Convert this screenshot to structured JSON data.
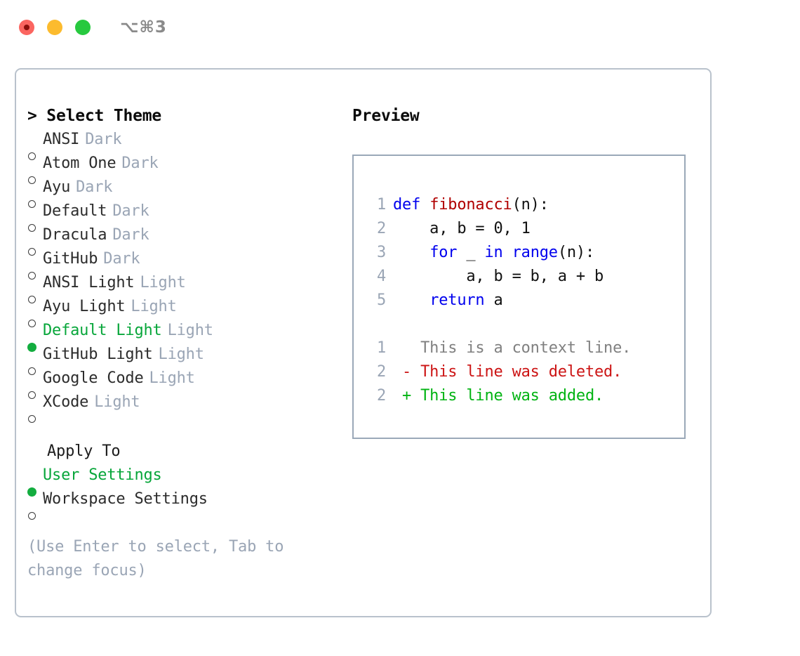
{
  "titlebar": {
    "shortcut": "⌥⌘3",
    "lights": [
      "close-light",
      "minimize-light",
      "maximize-light"
    ]
  },
  "left": {
    "header": "> Select Theme",
    "themes": [
      {
        "marker": "o",
        "name": "ANSI",
        "tag": "Dark",
        "selected": false
      },
      {
        "marker": "o",
        "name": "Atom One",
        "tag": "Dark",
        "selected": false
      },
      {
        "marker": "o",
        "name": "Ayu",
        "tag": "Dark",
        "selected": false
      },
      {
        "marker": "o",
        "name": "Default",
        "tag": "Dark",
        "selected": false
      },
      {
        "marker": "o",
        "name": "Dracula",
        "tag": "Dark",
        "selected": false
      },
      {
        "marker": "o",
        "name": "GitHub",
        "tag": "Dark",
        "selected": false
      },
      {
        "marker": "o",
        "name": "ANSI Light",
        "tag": "Light",
        "selected": false
      },
      {
        "marker": "o",
        "name": "Ayu Light",
        "tag": "Light",
        "selected": false
      },
      {
        "marker": "●",
        "name": "Default Light",
        "tag": "Light",
        "selected": true
      },
      {
        "marker": "o",
        "name": "GitHub Light",
        "tag": "Light",
        "selected": false
      },
      {
        "marker": "o",
        "name": "Google Code",
        "tag": "Light",
        "selected": false
      },
      {
        "marker": "o",
        "name": "XCode",
        "tag": "Light",
        "selected": false
      }
    ],
    "apply_to_label": "Apply To",
    "apply_to": [
      {
        "marker": "●",
        "name": "User Settings",
        "selected": true
      },
      {
        "marker": "o",
        "name": "Workspace Settings",
        "selected": false
      }
    ],
    "hint": "(Use Enter to select, Tab to change focus)"
  },
  "right": {
    "title": "Preview",
    "code_lines": [
      {
        "no": "1",
        "segments": [
          {
            "t": "def ",
            "c": "kw"
          },
          {
            "t": "fibonacci",
            "c": "fn"
          },
          {
            "t": "(n):",
            "c": "pl"
          }
        ]
      },
      {
        "no": "2",
        "segments": [
          {
            "t": "    a, b = 0, 1",
            "c": "pl"
          }
        ]
      },
      {
        "no": "3",
        "segments": [
          {
            "t": "    ",
            "c": "pl"
          },
          {
            "t": "for",
            "c": "kw"
          },
          {
            "t": " _ ",
            "c": "pl"
          },
          {
            "t": "in",
            "c": "kw"
          },
          {
            "t": " ",
            "c": "pl"
          },
          {
            "t": "range",
            "c": "kw"
          },
          {
            "t": "(n):",
            "c": "pl"
          }
        ]
      },
      {
        "no": "4",
        "segments": [
          {
            "t": "        a, b = b, a + b",
            "c": "pl"
          }
        ]
      },
      {
        "no": "5",
        "segments": [
          {
            "t": "    ",
            "c": "pl"
          },
          {
            "t": "return",
            "c": "kw"
          },
          {
            "t": " a",
            "c": "pl"
          }
        ]
      }
    ],
    "diff_lines": [
      {
        "no": "1",
        "segments": [
          {
            "t": "   This is a context line.",
            "c": "ctx"
          }
        ]
      },
      {
        "no": "2",
        "segments": [
          {
            "t": " - This line was deleted.",
            "c": "del"
          }
        ]
      },
      {
        "no": "2",
        "segments": [
          {
            "t": " + This line was added.",
            "c": "add"
          }
        ]
      }
    ]
  },
  "colors": {
    "selected_green": "#07a63a",
    "marker_green": "#13ad3f",
    "tag_gray": "#9aa5b5",
    "keyword_blue": "#0000ee",
    "function_red": "#b00000",
    "diff_deleted": "#cc1414",
    "diff_added": "#00b312",
    "diff_context": "#808080",
    "panel_border": "#9aa8b8",
    "window_border": "#b9c2cc"
  }
}
